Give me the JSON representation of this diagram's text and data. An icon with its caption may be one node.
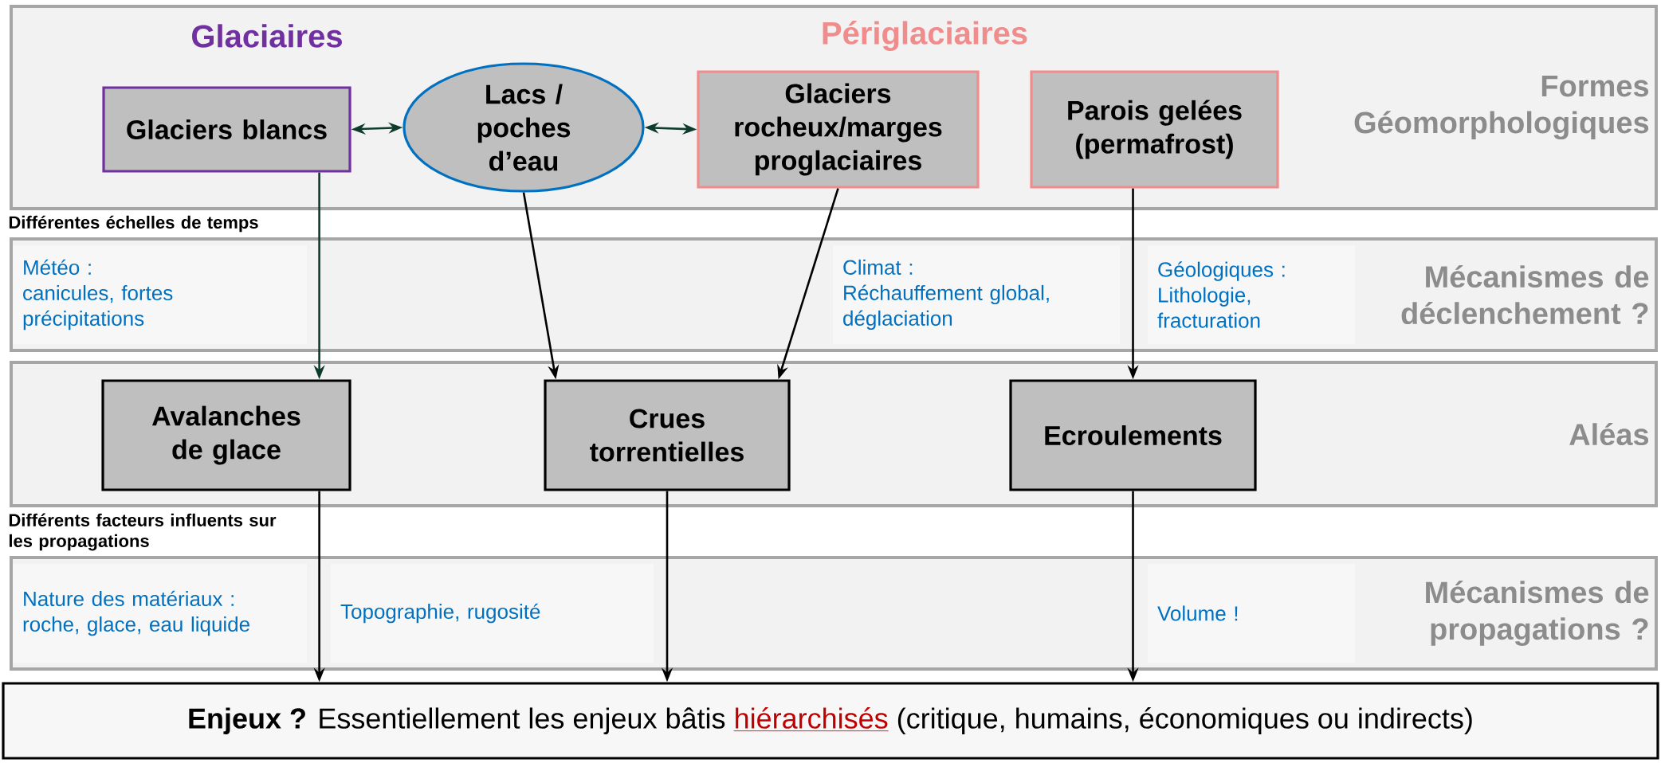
{
  "diagram": {
    "nodes": [
      {
        "text": [
          "Formes Géomorphologiques"
        ]
      },
      {
        "text": [
          "Glaciers blancs"
        ],
        "in": 0
      },
      {
        "text": [
          "Lacs / poches d’eau"
        ],
        "in": 0
      },
      {
        "text": [
          "Glaciers rocheux/marges proglaciaires"
        ],
        "in": 0
      },
      {
        "text": [
          "Parois gelées (permafrost)"
        ],
        "in": 0
      },
      {
        "text": [
          "Différentes échelles de temps",
          "Mécanismes de déclenchement ?"
        ]
      },
      {
        "text": [
          "Météo :",
          "canicules, fortes précipitations"
        ],
        "in": 5
      },
      {
        "text": [
          "Climat :",
          "Réchauffement global, déglaciation"
        ],
        "in": 5
      },
      {
        "text": [
          "Géologiques :",
          "Lithologie, fracturation"
        ],
        "in": 5
      },
      {
        "text": [
          "Aléas"
        ]
      },
      {
        "text": [
          "Avalanches de glace"
        ],
        "in": 9
      },
      {
        "text": [
          "Crues torrentielles"
        ],
        "in": 9
      },
      {
        "text": [
          "Ecroulements"
        ],
        "in": 9
      },
      {
        "text": [
          "Différents facteurs influents sur les propagations",
          "Mécanismes de propagations ?"
        ]
      },
      {
        "text": [
          "Nature des matériaux :",
          "roche, glace, eau liquide"
        ],
        "in": 13
      },
      {
        "text": [
          "Topographie, rugosité"
        ],
        "in": 13
      },
      {
        "text": [
          "Volume !"
        ],
        "in": 13
      },
      {
        "text": [
          "**Enjeux ?** Essentiellement les enjeux bâtis",
          "hiérarchisés",
          "(critique, humains, économiques ou indirects)"
        ]
      }
    ],
    "edges": [
      {
        "from": 1,
        "to": 2,
        "arrow": "both",
        "color": "#0d3b2e"
      },
      {
        "from": 2,
        "to": 3,
        "arrow": "both",
        "color": "#0d3b2e"
      },
      {
        "from": 1,
        "to": 10,
        "arrow": "to",
        "color": "#0d3b2e"
      },
      {
        "from": 2,
        "to": 11,
        "arrow": "to"
      },
      {
        "from": 3,
        "to": 11,
        "arrow": "to"
      },
      {
        "from": 4,
        "to": 12,
        "arrow": "to"
      },
      {
        "from": 10,
        "to": 17,
        "arrow": "to"
      },
      {
        "from": 11,
        "to": 17,
        "arrow": "to"
      },
      {
        "from": 12,
        "to": 17,
        "arrow": "to"
      }
    ],
    "labels": [
      "Glaciaires",
      "Périglaciaires"
    ]
  }
}
